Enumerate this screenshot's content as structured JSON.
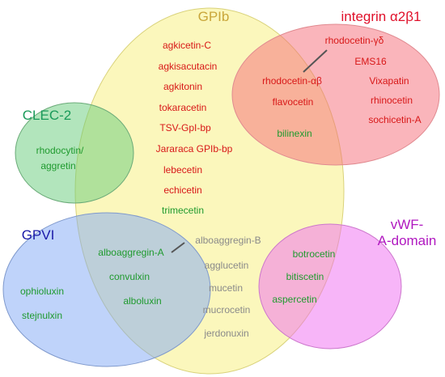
{
  "sets": {
    "gpib": {
      "label": "GPIb",
      "label_color": "#c9a63a",
      "fill": "#f7f07a"
    },
    "integrin": {
      "label": "integrin α2β1",
      "label_color": "#e0102a",
      "fill": "#f56b78"
    },
    "clec2": {
      "label": "CLEC-2",
      "label_color": "#1a9a5a",
      "fill": "#66cc7a"
    },
    "gpvi": {
      "label": "GPVI",
      "label_color": "#1a1aa8",
      "fill": "#7fa8f5"
    },
    "vwf": {
      "label_line1": "vWF-",
      "label_line2": "A-domain",
      "label_color": "#b018c0",
      "fill": "#f06cf2"
    }
  },
  "colors": {
    "red": "#d81818",
    "green": "#1f9a2e",
    "gray": "#8a8a8a"
  },
  "items": {
    "agkicetin_c": "agkicetin-C",
    "agkisacutacin": "agkisacutacin",
    "agkitonin": "agkitonin",
    "tokaracetin": "tokaracetin",
    "tsv_gpib_bp": "TSV-GpI-bp",
    "jararaca_gpib_bp": "Jararaca GPIb-bp",
    "lebecetin": "lebecetin",
    "echicetin": "echicetin",
    "trimecetin": "trimecetin",
    "rhodocetin_gd": "rhodocetin-γδ",
    "ems16": "EMS16",
    "vixapatin": "Vixapatin",
    "rhinocetin": "rhinocetin",
    "sochicetin_a": "sochicetin-A",
    "rhodocetin_ab": "rhodocetin-αβ",
    "flavocetin": "flavocetin",
    "bilinexin": "bilinexin",
    "rhodocytin_l1": "rhodocytin/",
    "rhodocytin_l2": "aggretin",
    "alboaggregin_a": "alboaggregin-A",
    "alboaggregin_b": "alboaggregin-B",
    "convulxin": "convulxin",
    "alboluxin": "alboluxin",
    "ophioluxin": "ophioluxin",
    "stejnulxin": "stejnulxin",
    "agglucetin": "agglucetin",
    "mucetin": "mucetin",
    "mucrocetin": "mucrocetin",
    "jerdonuxin": "jerdonuxin",
    "botrocetin": "botrocetin",
    "bitiscetin": "bitiscetin",
    "aspercetin": "aspercetin"
  }
}
